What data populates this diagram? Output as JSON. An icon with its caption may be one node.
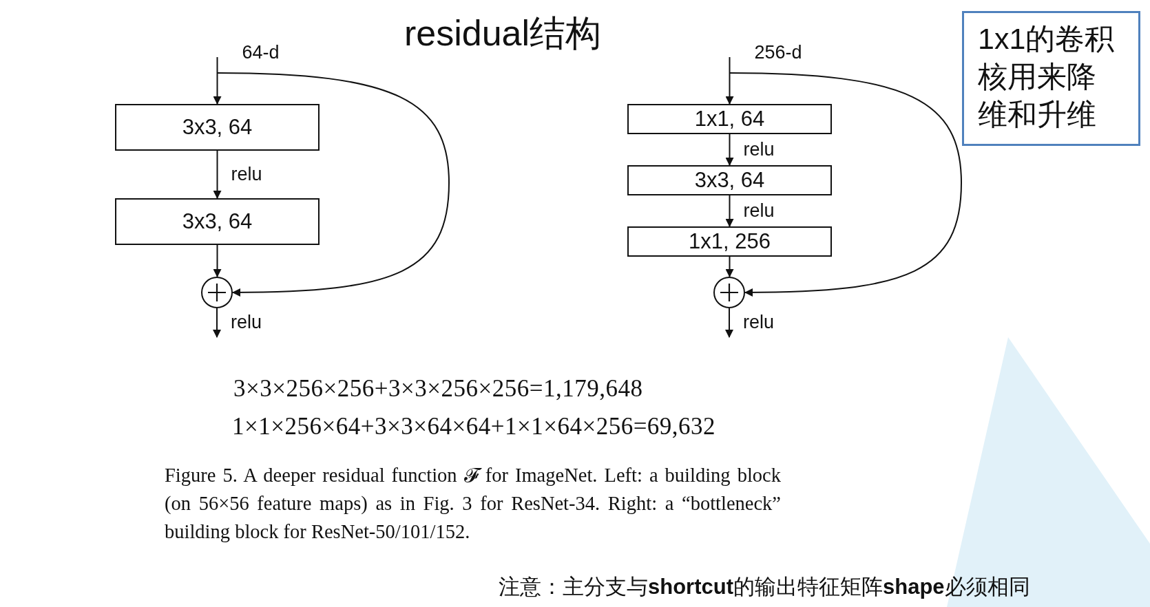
{
  "diagram": {
    "title": "residual结构",
    "caption": "Figure 5. A deeper residual function 𝓕 for ImageNet. Left: a building block (on 56×56 feature maps) as in Fig. 3 for ResNet-34. Right: a “bottleneck” building block for ResNet-50/101/152.",
    "nodes": [
      {
        "text": [
          "3x3, 64"
        ]
      },
      {
        "text": [
          "3x3, 64"
        ]
      },
      {
        "text": [],
        "shape": "circle"
      },
      {
        "text": [
          "1x1, 64"
        ]
      },
      {
        "text": [
          "3x3, 64"
        ]
      },
      {
        "text": [
          "1x1, 256"
        ]
      },
      {
        "text": [],
        "shape": "circle"
      },
      {
        "text": [
          "1x1的卷积核用来降维和升维"
        ]
      }
    ],
    "edges": [
      {
        "from": null,
        "to": 0,
        "arrow": "to",
        "label": "64-d"
      },
      {
        "from": 0,
        "to": 1,
        "arrow": "to",
        "label": "relu"
      },
      {
        "from": 1,
        "to": 2,
        "arrow": "to"
      },
      {
        "from": null,
        "to": 2,
        "arrow": "to"
      },
      {
        "from": 2,
        "to": null,
        "arrow": "to",
        "label": "relu"
      },
      {
        "from": null,
        "to": 3,
        "arrow": "to",
        "label": "256-d"
      },
      {
        "from": 3,
        "to": 4,
        "arrow": "to",
        "label": "relu"
      },
      {
        "from": 4,
        "to": 5,
        "arrow": "to",
        "label": "relu"
      },
      {
        "from": 5,
        "to": 6,
        "arrow": "to"
      },
      {
        "from": null,
        "to": 6,
        "arrow": "to"
      },
      {
        "from": 6,
        "to": null,
        "arrow": "to",
        "label": "relu"
      }
    ],
    "labels": [
      "3×3×256×256+3×3×256×256=1,179,648",
      "1×1×256×64+3×3×64×64+1×1×64×256=69,632",
      "注意：主分支与**shortcut**的输出特征矩阵**shape**必须相同"
    ]
  }
}
